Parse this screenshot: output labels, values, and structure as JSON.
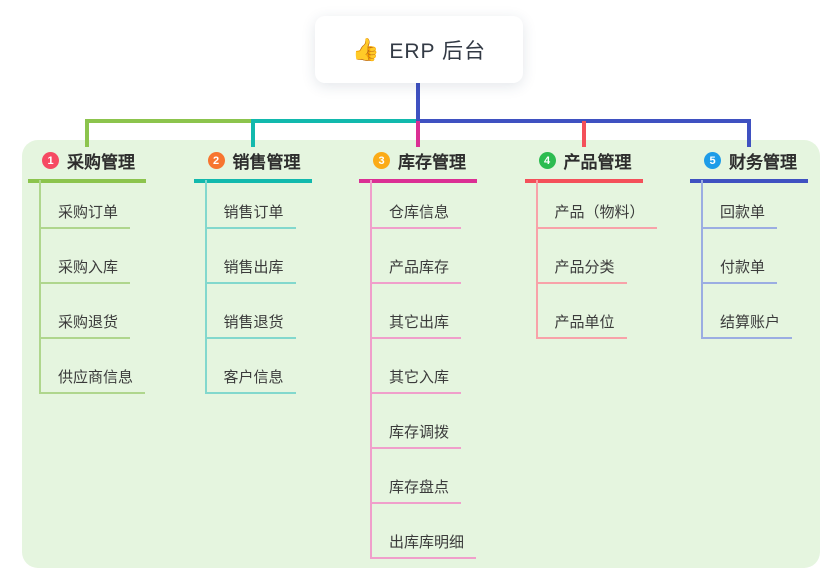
{
  "root": {
    "icon": "thumbs-up-icon",
    "icon_char": "👍",
    "label": "ERP 后台"
  },
  "canvas": {
    "background": "#ffffff",
    "panel_color": "#e5f5df",
    "trunk_color": "#3f51c1"
  },
  "branches": [
    {
      "number": "1",
      "label": "采购管理",
      "badge_color": "#f64a63",
      "line_color": "#8cc44d",
      "child_line_color": "#afd68d",
      "children": [
        "采购订单",
        "采购入库",
        "采购退货",
        "供应商信息"
      ]
    },
    {
      "number": "2",
      "label": "销售管理",
      "badge_color": "#f7752f",
      "line_color": "#12b9ad",
      "child_line_color": "#82d8cd",
      "children": [
        "销售订单",
        "销售出库",
        "销售退货",
        "客户信息"
      ]
    },
    {
      "number": "3",
      "label": "库存管理",
      "badge_color": "#fbab17",
      "line_color": "#db2f94",
      "child_line_color": "#f09fcb",
      "children": [
        "仓库信息",
        "产品库存",
        "其它出库",
        "其它入库",
        "库存调拨",
        "库存盘点",
        "出库库明细"
      ]
    },
    {
      "number": "4",
      "label": "产品管理",
      "badge_color": "#2cbc50",
      "line_color": "#f4505a",
      "child_line_color": "#f8a2a9",
      "children": [
        "产品（物料）",
        "产品分类",
        "产品单位"
      ]
    },
    {
      "number": "5",
      "label": "财务管理",
      "badge_color": "#1e9ce8",
      "line_color": "#3f51c1",
      "child_line_color": "#9bade2",
      "children": [
        "回款单",
        "付款单",
        "结算账户"
      ]
    }
  ]
}
